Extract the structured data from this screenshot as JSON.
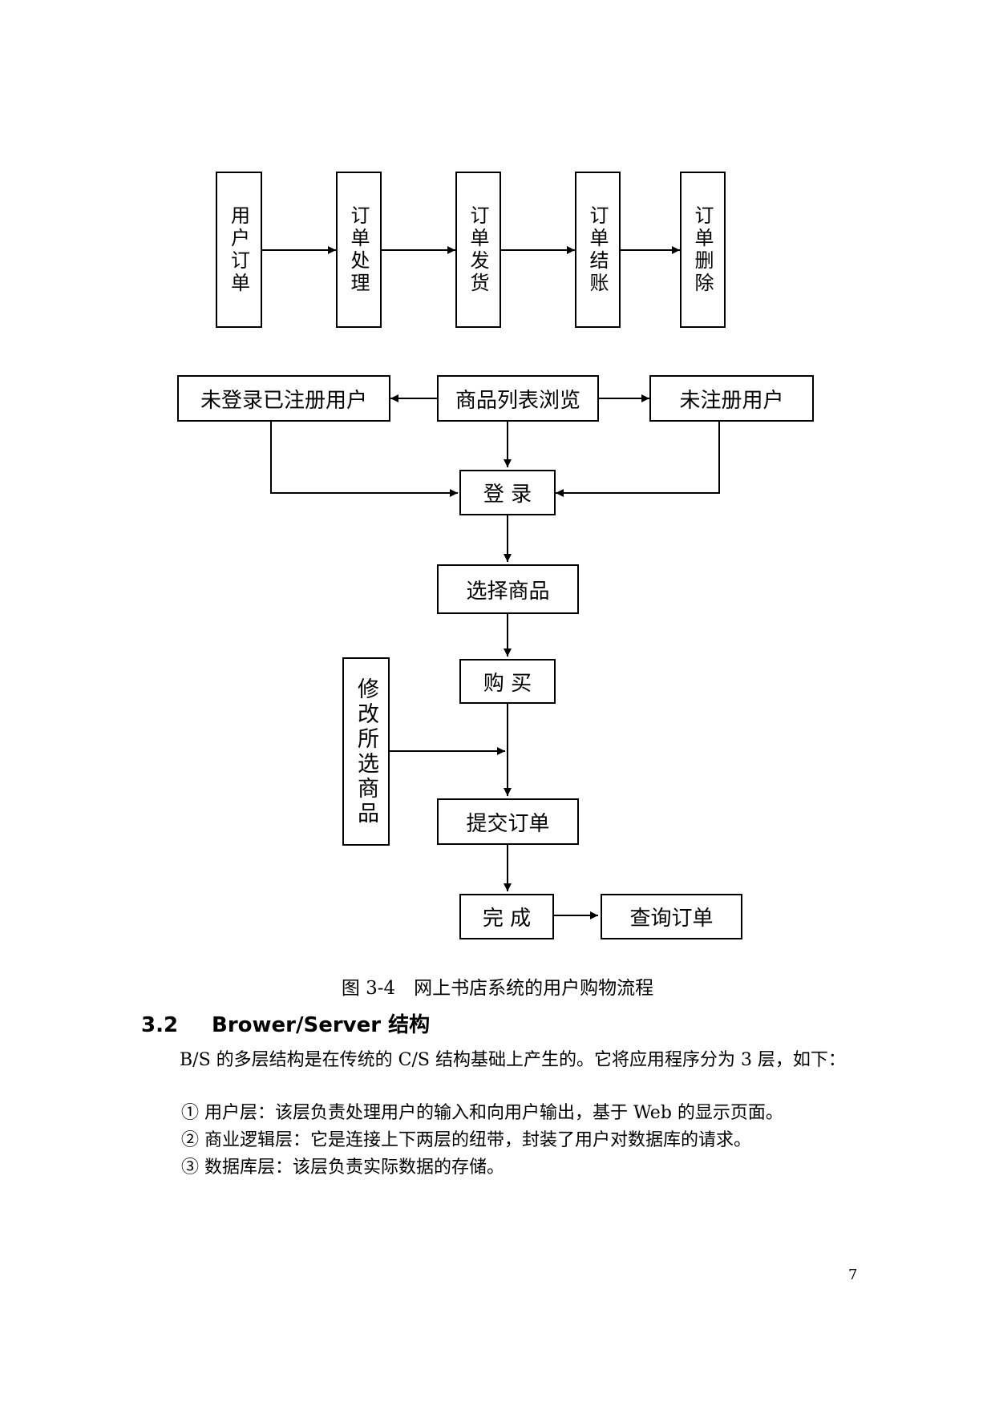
{
  "diagram1": {
    "boxes": [
      "用户订单",
      "订单处理",
      "订单发货",
      "订单结账",
      "订单删除"
    ]
  },
  "diagram2": {
    "unregistered_login": "未登录已注册用户",
    "browse": "商品列表浏览",
    "unregistered": "未注册用户",
    "login": "登 录",
    "select": "选择商品",
    "buy": "购 买",
    "modify": "修改所选商品",
    "submit": "提交订单",
    "complete": "完 成",
    "query": "查询订单"
  },
  "caption": "图 3-4　网上书店系统的用户购物流程",
  "section": {
    "number": "3.2",
    "title": "Brower/Server 结构"
  },
  "paragraph": "B/S 的多层结构是在传统的 C/S 结构基础上产生的。它将应用程序分为 3 层，如下：",
  "list": [
    "① 用户层：该层负责处理用户的输入和向用户输出，基于 Web 的显示页面。",
    "② 商业逻辑层：它是连接上下两层的纽带，封装了用户对数据库的请求。",
    "③ 数据库层：该层负责实际数据的存储。"
  ],
  "page_number": "7"
}
